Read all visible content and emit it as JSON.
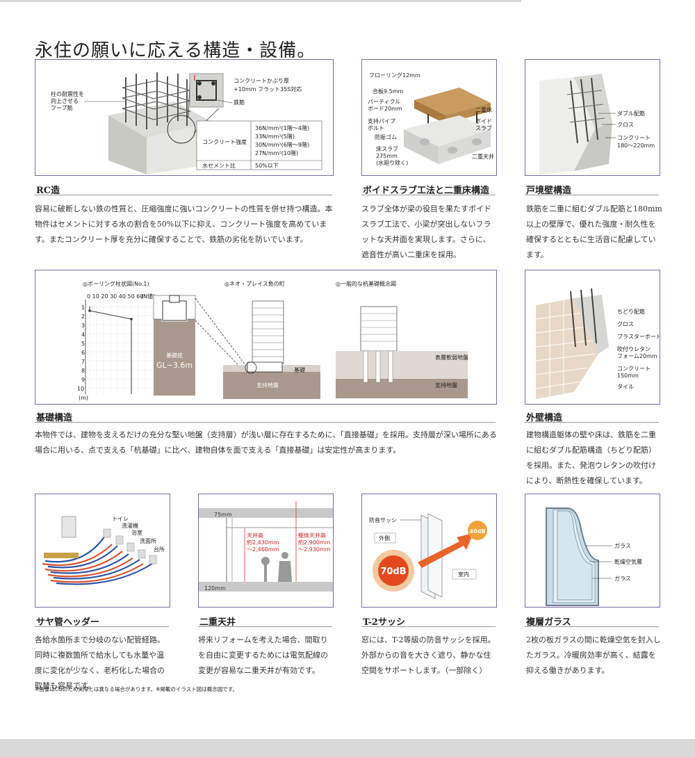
{
  "page_title": "永住の願いに応える構造・設備。",
  "sections": {
    "rc": {
      "title": "RC造",
      "text": "容易に破断しない鉄の性質と、圧縮強度に強いコンクリートの性質を併せ持つ構造。本物件はセメントに対する水の割合を50%以下に抑え、コンクリート強度を高めています。またコンクリート厚を充分に確保することで、鉄筋の劣化を防いでいます。",
      "labels": {
        "hoop": "柱の耐震性を向上させるフープ筋",
        "cover_1": "コンクリートかぶり厚",
        "cover_2": "+10mm フラット35S対応",
        "rebar": "鉄筋"
      },
      "table": {
        "strength_label": "コンクリート強度",
        "strength_values": [
          "36N/mm²(1階〜4階)",
          "33N/mm²(5階)",
          "30N/mm²(6階〜9階)",
          "27N/mm²(10階)"
        ],
        "wc_label": "水セメント比",
        "wc_value": "50%以下"
      }
    },
    "void": {
      "title": "ボイドスラブ工法と二重床構造",
      "text": "スラブ全体が梁の役目を果たすボイドスラブ工法で、小梁が突出しないフラットな天井面を実現します。さらに、遮音性が高い二重床を採用。",
      "labels": {
        "flooring": "フローリング12mm",
        "plywood": "合板9.5mm",
        "particle_1": "パーティクル",
        "particle_2": "ボード20mm",
        "pipe_1": "支持パイプ",
        "pipe_2": "ボルト",
        "rubber": "防振ゴム",
        "slab_1": "床スラブ",
        "slab_2": "275mm",
        "slab_3": "(水廻り除く)",
        "double_floor": "二重床",
        "void_slab_1": "ボイド",
        "void_slab_2": "スラブ",
        "double_ceiling": "二重天井"
      }
    },
    "wall": {
      "title": "戸境壁構造",
      "text": "鉄筋を二重に組むダブル配筋と180mm以上の壁厚で、優れた強度・耐久性を確保するとともに生活音に配慮しています。",
      "labels": {
        "double": "ダブル配筋",
        "cloth": "クロス",
        "concrete_1": "コンクリート",
        "concrete_2": "180〜220mm"
      }
    },
    "foundation": {
      "title": "基礎構造",
      "text": "本物件では、建物を支えるだけの充分な堅い地盤（支持層）が浅い層に存在するために、「直接基礎」を採用。支持層が深い場所にある場合に用いる、点で支える「杭基礎」に比べ、建物自体を面で支える「直接基礎」は安定性が高まります。",
      "labels": {
        "boring": "◎ボーリング柱状図(No.1)",
        "neo": "◎ネオ・プレイス魚の町",
        "pile": "◎一般的な杭基礎概念図",
        "n_unit": "(N値)",
        "m_unit": "(m)",
        "base_1": "基礎底",
        "base_2": "GL−3.6m",
        "kiso": "基礎",
        "support": "支持地盤",
        "soft": "表層軟弱地盤",
        "support2": "支持地盤"
      }
    },
    "exterior": {
      "title": "外壁構造",
      "text": "建物構造躯体の壁や床は、鉄筋を二重に組むダブル配筋構造（ちどり配筋）を採用。また、発泡ウレタンの吹付けにより、断熱性を確保しています。",
      "labels": {
        "chidori": "ちどり配筋",
        "cloth": "クロス",
        "plaster": "プラスターボード",
        "urethane_1": "吹付ウレタン",
        "urethane_2": "フォーム20mm",
        "concrete_1": "コンクリート",
        "concrete_2": "150mm",
        "tile": "タイル"
      }
    },
    "header": {
      "title": "サヤ管ヘッダー",
      "text": "各給水箇所まで分岐のない配管経路。同時に複数箇所で給水しても水量や温度に変化が少なく、老朽化した場合の取替も容易です。",
      "labels": {
        "toilet": "トイレ",
        "washer": "洗濯機",
        "bath": "浴室",
        "sink": "洗面所",
        "kitchen": "台所"
      }
    },
    "ceiling": {
      "title": "二重天井",
      "text": "将来リフォームを考えた場合、間取りを自由に変更するためには電気配線の変更が容易な二重天井が有効です。",
      "labels": {
        "top": "75mm",
        "bottom": "120mm",
        "h1_1": "天井高",
        "h1_2": "約2,430mm",
        "h1_3": "〜2,460mm",
        "h2_1": "躯体天井高",
        "h2_2": "約2,900mm",
        "h2_3": "〜2,930mm"
      }
    },
    "sash": {
      "title": "T-2サッシ",
      "text": "窓には、T-2等級の防音サッシを採用。外部からの音を大きく遮り、静かな住空間をサポートします。（一部除く）",
      "labels": {
        "sash": "防音サッシ",
        "outside": "外側",
        "inside": "室内",
        "db70": "70dB",
        "db40": "40dB"
      }
    },
    "glass": {
      "title": "複層ガラス",
      "text": "2枚の板ガラスの間に乾燥空気を封入したガラス。冷暖房効率が高く、結露を抑える働きがあります。",
      "labels": {
        "glass1": "ガラス",
        "air": "乾燥空気層",
        "glass2": "ガラス"
      }
    }
  },
  "footnote": "※画像はCGのため実際とは異なる場合があります。※掲載のイラスト図は概念図です。"
}
